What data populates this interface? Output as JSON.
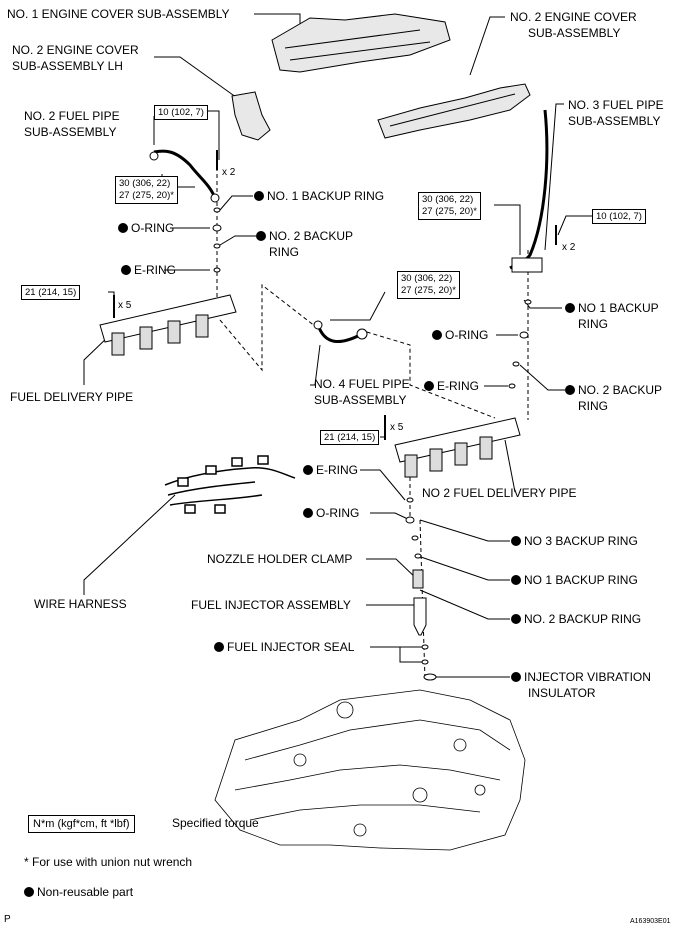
{
  "labels": {
    "no1_engine_cover": "NO. 1 ENGINE COVER SUB-ASSEMBLY",
    "no2_engine_cover_lh_1": "NO. 2 ENGINE COVER",
    "no2_engine_cover_lh_2": "SUB-ASSEMBLY LH",
    "no2_engine_cover_1": "NO. 2 ENGINE COVER",
    "no2_engine_cover_2": "SUB-ASSEMBLY",
    "no2_fuel_pipe_1": "NO. 2 FUEL PIPE",
    "no2_fuel_pipe_2": "SUB-ASSEMBLY",
    "no3_fuel_pipe_1": "NO. 3 FUEL PIPE",
    "no3_fuel_pipe_2": "SUB-ASSEMBLY",
    "no4_fuel_pipe_1": "NO. 4 FUEL PIPE",
    "no4_fuel_pipe_2": "SUB-ASSEMBLY",
    "no1_backup_ring_left": "NO. 1 BACKUP RING",
    "o_ring_left": "O-RING",
    "no2_backup_ring_left_1": "NO. 2 BACKUP",
    "no2_backup_ring_left_2": "RING",
    "e_ring_left": "E-RING",
    "fuel_delivery_pipe": "FUEL DELIVERY PIPE",
    "no1_backup_ring_right_1": "NO  1 BACKUP",
    "no1_backup_ring_right_2": "RING",
    "o_ring_right": "O-RING",
    "e_ring_right": "E-RING",
    "no2_backup_ring_right_1": "NO. 2 BACKUP",
    "no2_backup_ring_right_2": "RING",
    "no2_fuel_delivery_pipe": "NO  2 FUEL DELIVERY PIPE",
    "e_ring_lower": "E-RING",
    "o_ring_lower": "O-RING",
    "no3_backup_ring_lower": "NO  3 BACKUP RING",
    "nozzle_holder_clamp": "NOZZLE HOLDER CLAMP",
    "no1_backup_ring_lower": "NO  1 BACKUP RING",
    "wire_harness": "WIRE HARNESS",
    "fuel_injector_assembly": "FUEL INJECTOR ASSEMBLY",
    "no2_backup_ring_lower": "NO. 2 BACKUP RING",
    "fuel_injector_seal": "FUEL INJECTOR SEAL",
    "injector_vibration_insulator_1": "INJECTOR VIBRATION",
    "injector_vibration_insulator_2": "INSULATOR"
  },
  "torque": {
    "t10_top": "10 (102, 7)",
    "t30_left_a": "30 (306, 22)",
    "t30_left_b": "27 (275, 20)*",
    "t21_left": "21 (214, 15)",
    "t30_right_a": "30 (306, 22)",
    "t30_right_b": "27 (275, 20)*",
    "t10_right": "10 (102, 7)",
    "t30_mid_a": "30 (306, 22)",
    "t30_mid_b": "27 (275, 20)*",
    "t21_right": "21 (214, 15)"
  },
  "multipliers": {
    "x2_top": "x 2",
    "x5_left": "x 5",
    "x2_right": "x 2",
    "x5_right": "x 5"
  },
  "legend": {
    "torque_box": "N*m (kgf*cm, ft *lbf)",
    "torque_text": "Specified torque",
    "note": "* For use with union nut wrench",
    "nonreusable": "Non-reusable part"
  },
  "footer": {
    "left": "P",
    "right": "A163903E01"
  }
}
